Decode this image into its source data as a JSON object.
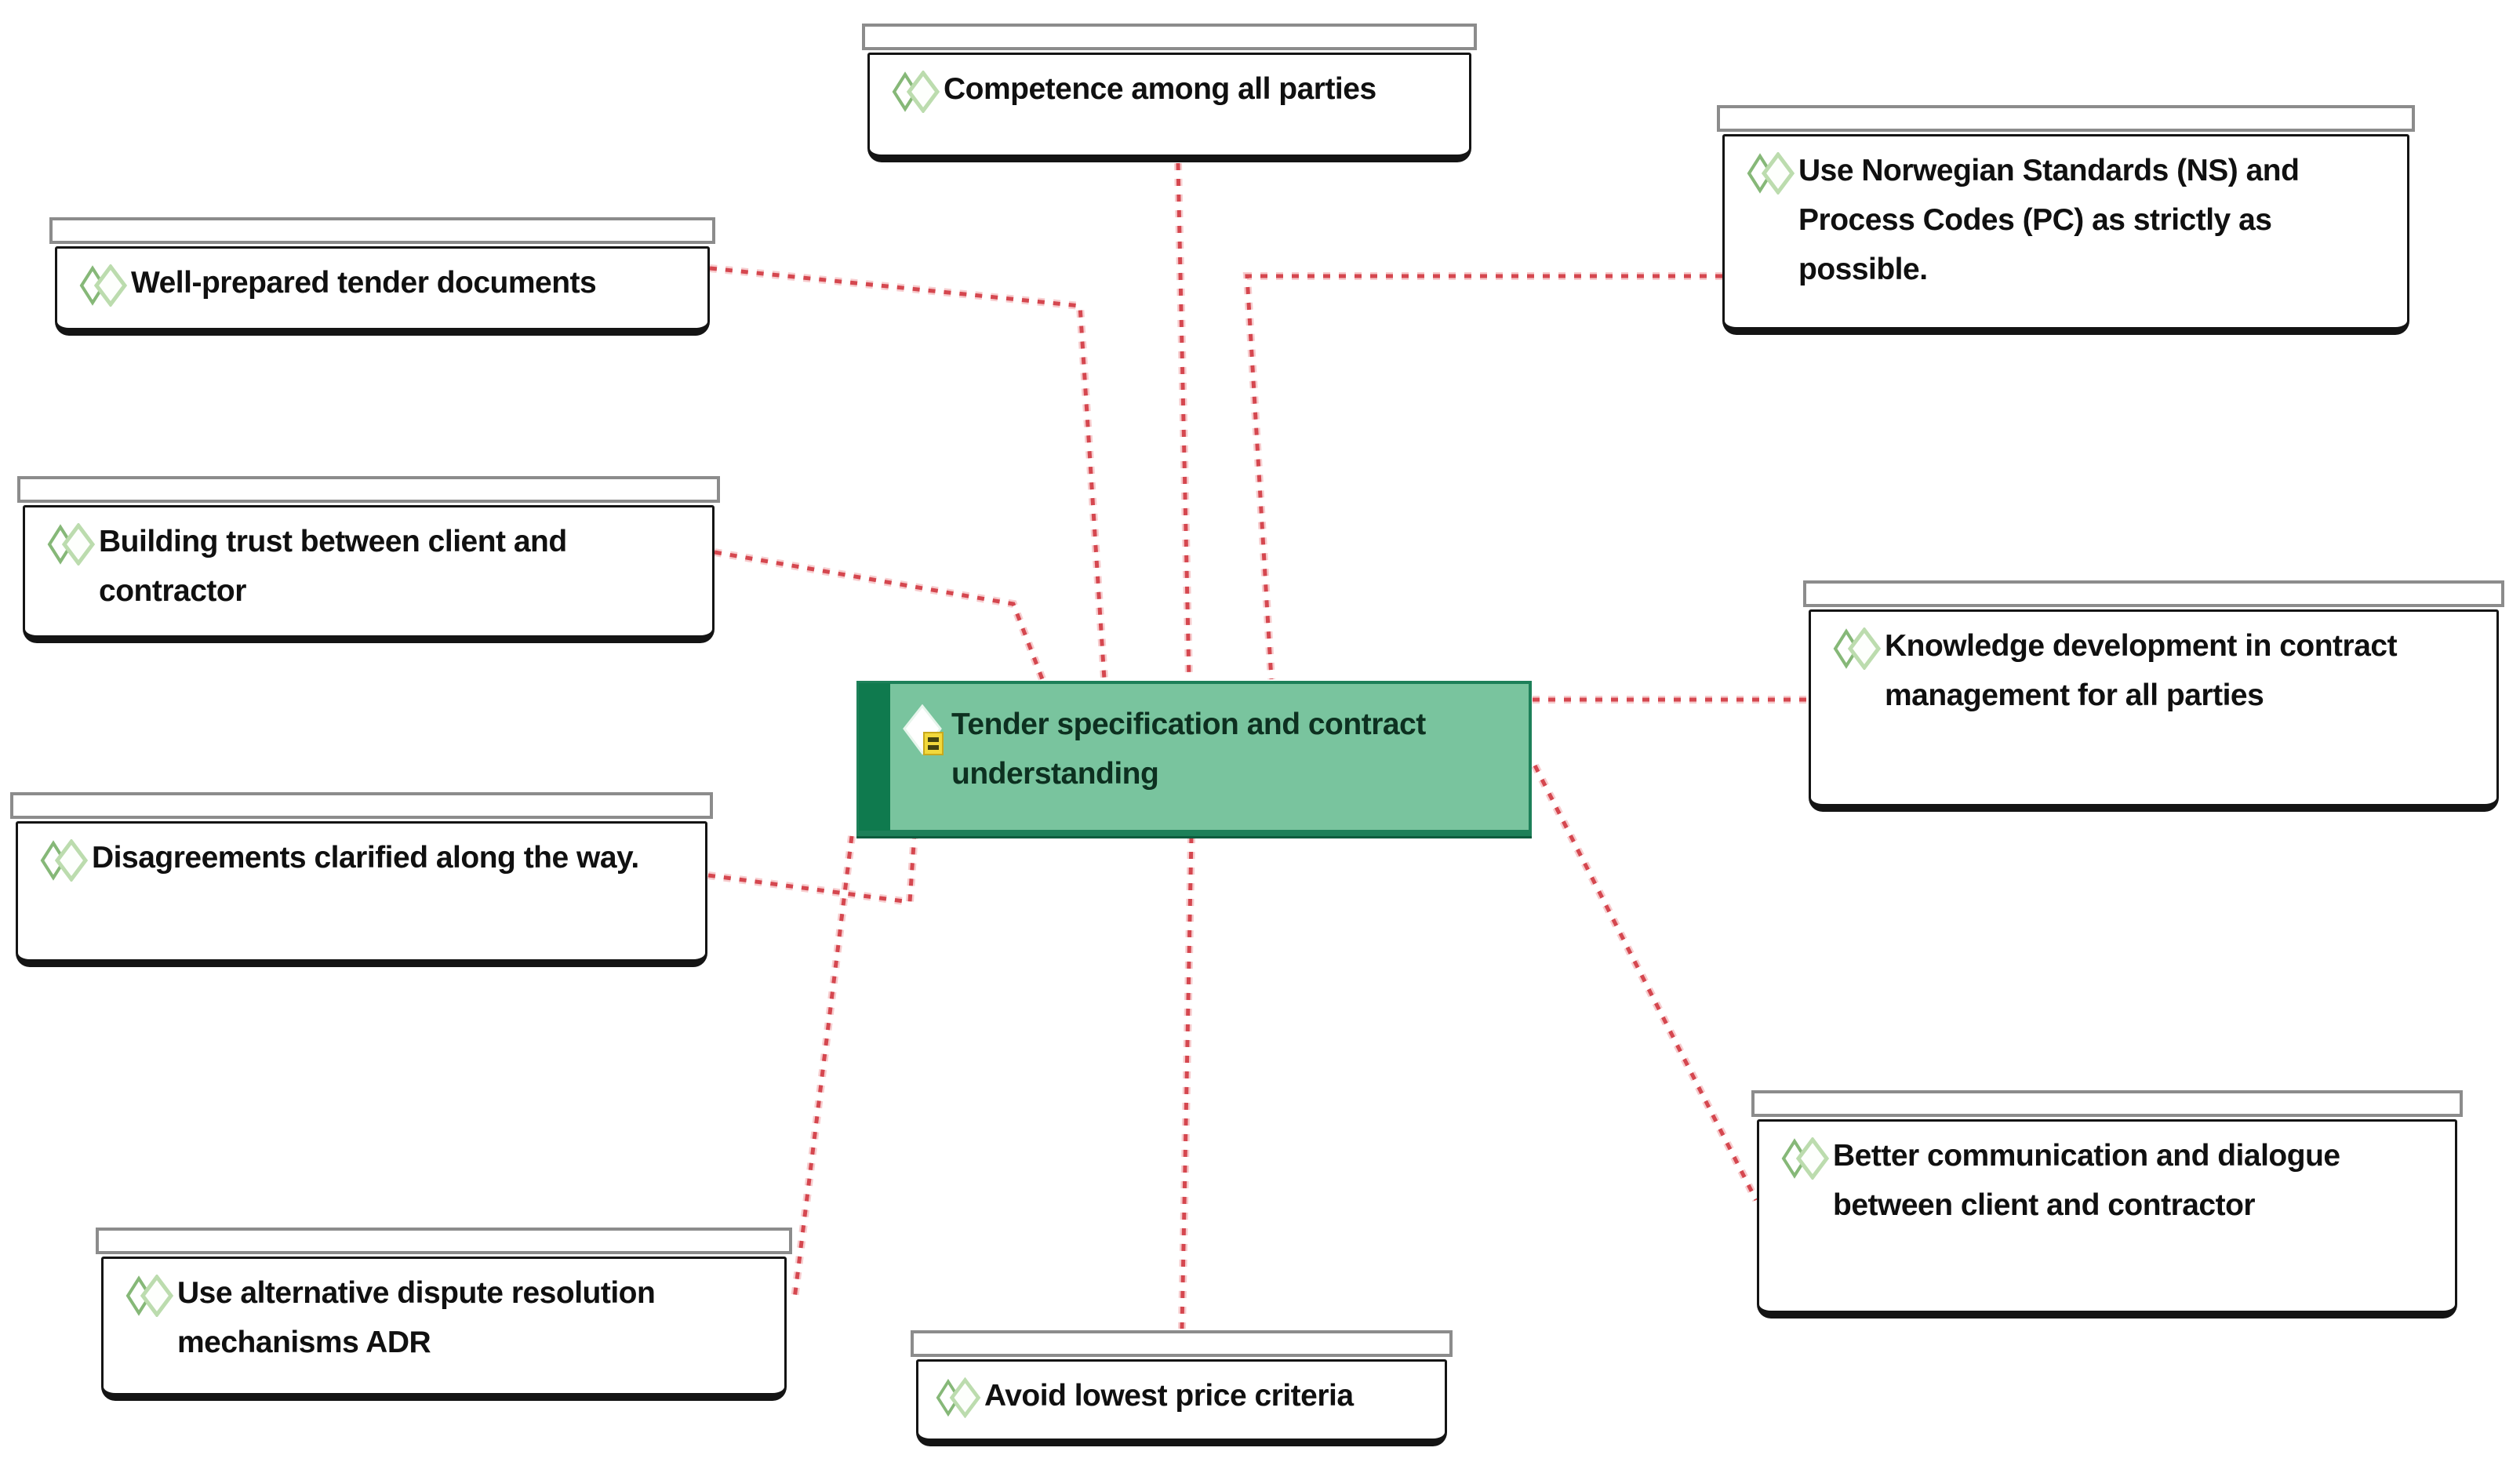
{
  "diagram": {
    "title": "concept map of factors linked to tender specification and contract understanding",
    "central_node": {
      "label": "Tender specification and contract understanding",
      "icon": "concept-diamond-icon",
      "badge_icon": "memo-icon",
      "fill_color": "#79c49e",
      "bar_color": "#0f7a4e",
      "border_color": "#1d8059"
    },
    "nodes": [
      {
        "id": "competence",
        "label": "Competence among all parties",
        "icon": "code-diamonds-icon"
      },
      {
        "id": "norwegian",
        "label": "Use Norwegian Standards (NS) and Process Codes (PC) as strictly as possible.",
        "icon": "code-diamonds-icon"
      },
      {
        "id": "well-prepared",
        "label": "Well-prepared tender documents",
        "icon": "code-diamonds-icon"
      },
      {
        "id": "building-trust",
        "label": "Building trust between client and contractor",
        "icon": "code-diamonds-icon"
      },
      {
        "id": "disagreements",
        "label": "Disagreements clarified along the way.",
        "icon": "code-diamonds-icon"
      },
      {
        "id": "knowledge",
        "label": "Knowledge development in contract management for all parties",
        "icon": "code-diamonds-icon"
      },
      {
        "id": "better-comm",
        "label": "Better communication and dialogue between client and contractor",
        "icon": "code-diamonds-icon"
      },
      {
        "id": "adr",
        "label": "Use alternative dispute resolution mechanisms ADR",
        "icon": "code-diamonds-icon"
      },
      {
        "id": "avoid-lowest",
        "label": "Avoid lowest price criteria",
        "icon": "code-diamonds-icon"
      }
    ],
    "connector_style": {
      "color": "#d5474f",
      "pattern": "dashed"
    },
    "node_style": {
      "body_fill": "#ffffff",
      "body_border": "#141414",
      "header_border": "#8c8c8c"
    },
    "icon_colors": {
      "diamond_back": "#86b878",
      "diamond_front": "#bcdcae",
      "memo_yellow": "#f2d93c"
    }
  }
}
